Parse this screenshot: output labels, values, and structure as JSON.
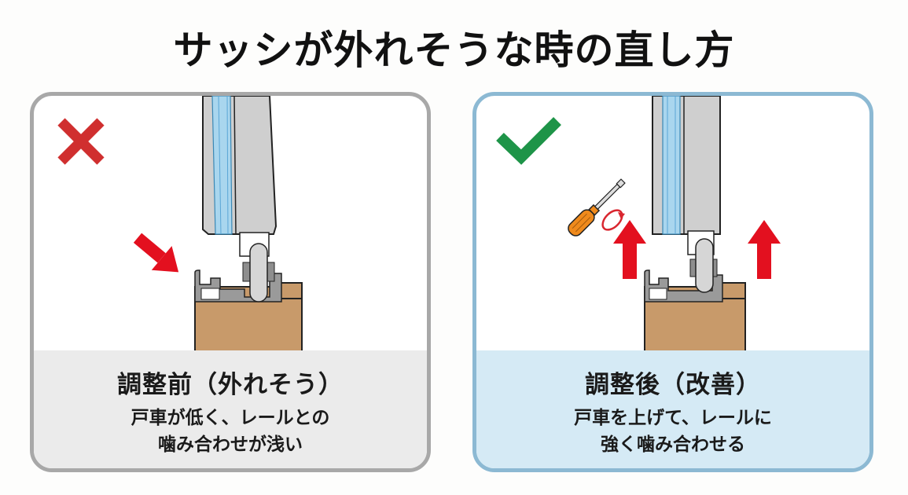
{
  "title": "サッシが外れそうな時の直し方",
  "panels": {
    "before": {
      "status_icon": "cross-icon",
      "status_color": "#d02f2f",
      "label": "調整前（外れそう）",
      "description_line1": "戸車が低く、レールとの",
      "description_line2": "噛み合わせが浅い",
      "accent_color": "#a8a8a8",
      "caption_bg": "#ebebeb"
    },
    "after": {
      "status_icon": "check-icon",
      "status_color": "#1e9448",
      "label": "調整後（改善）",
      "description_line1": "戸車を上げて、レールに",
      "description_line2": "強く噛み合わせる",
      "accent_color": "#8cb9d3",
      "caption_bg": "#d5eaf5"
    }
  },
  "colors": {
    "arrow_red": "#e3101f",
    "wood": "#c89a6a",
    "frame_gray": "#c9c9c9",
    "glass_blue": "#a9d6ee",
    "screwdriver_orange": "#ef8a1c"
  }
}
